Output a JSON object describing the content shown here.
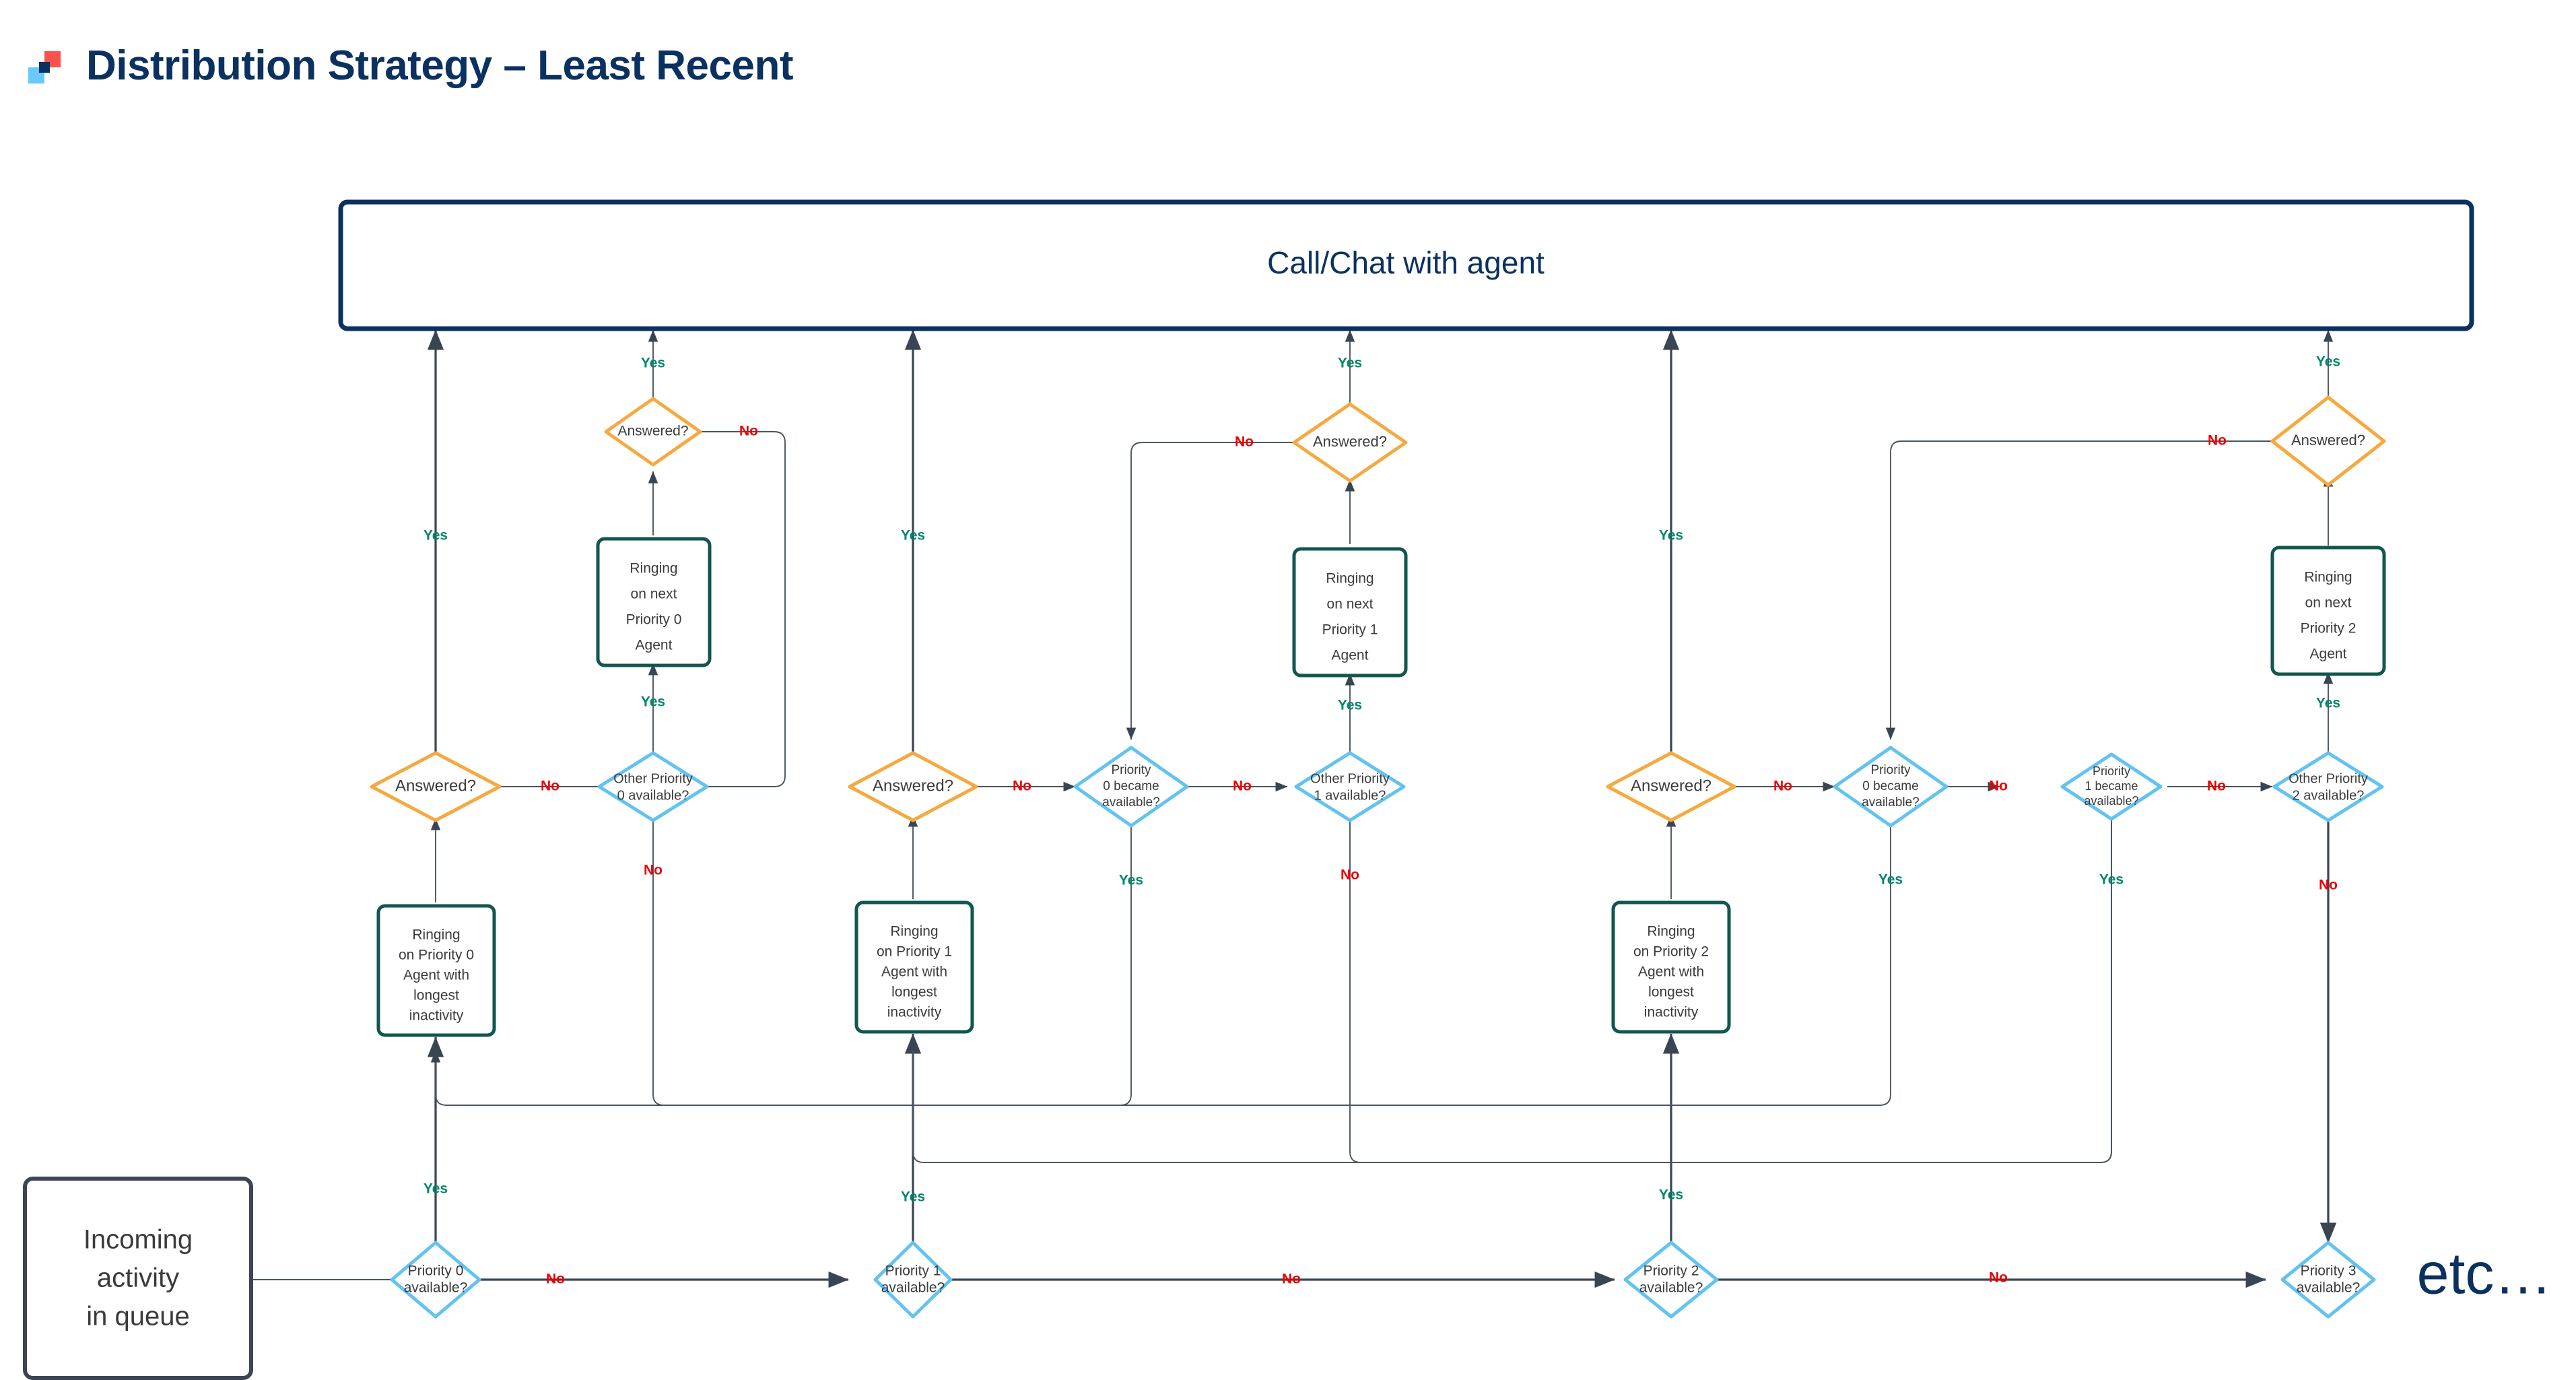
{
  "header": {
    "title": "Distribution Strategy – Least Recent",
    "logo_colors": {
      "red": "#f9534b",
      "light_blue": "#69c9f7",
      "navy": "#0b3161"
    }
  },
  "colors": {
    "navy": "#0b3161",
    "slate": "#3d4453",
    "teal": "#11564f",
    "orange": "#f5a93f",
    "sky": "#62c3f2",
    "yes_green": "#00866b",
    "no_red": "#ee0000",
    "edge": "#3a4553",
    "node_text": "#3b3b3b"
  },
  "chart_data": {
    "type": "diagram",
    "title": "Distribution Strategy – Least Recent",
    "nodes": [
      {
        "id": "call_chat",
        "label": "Call/Chat with agent",
        "shape": "rounded-rect",
        "color": "#0b3161"
      },
      {
        "id": "incoming",
        "label": "Incoming\nactivity\nin queue",
        "shape": "rounded-rect",
        "color": "#3d4453"
      },
      {
        "id": "p0_avail",
        "label": "Priority 0\navailable?",
        "shape": "diamond",
        "color": "#62c3f2"
      },
      {
        "id": "p0_ring",
        "label": "Ringing\non Priority 0\nAgent with\nlongest\ninactivity",
        "shape": "rounded-rect",
        "color": "#11564f"
      },
      {
        "id": "p0_ans",
        "label": "Answered?",
        "shape": "diamond",
        "color": "#f5a93f"
      },
      {
        "id": "p0_other",
        "label": "Other Priority\n0 available?",
        "shape": "diamond",
        "color": "#62c3f2"
      },
      {
        "id": "p0_next_ring",
        "label": "Ringing\non next\nPriority 0\nAgent",
        "shape": "rounded-rect",
        "color": "#11564f"
      },
      {
        "id": "p0_next_ans",
        "label": "Answered?",
        "shape": "diamond",
        "color": "#f5a93f"
      },
      {
        "id": "p1_avail",
        "label": "Priority 1\navailable?",
        "shape": "diamond",
        "color": "#62c3f2"
      },
      {
        "id": "p1_ring",
        "label": "Ringing\non Priority 1\nAgent with\nlongest\ninactivity",
        "shape": "rounded-rect",
        "color": "#11564f"
      },
      {
        "id": "p1_ans",
        "label": "Answered?",
        "shape": "diamond",
        "color": "#f5a93f"
      },
      {
        "id": "p1_p0_became",
        "label": "Priority\n0 became\navailable?",
        "shape": "diamond",
        "color": "#62c3f2"
      },
      {
        "id": "p1_other",
        "label": "Other Priority\n1 available?",
        "shape": "diamond",
        "color": "#62c3f2"
      },
      {
        "id": "p1_next_ring",
        "label": "Ringing\non next\nPriority 1\nAgent",
        "shape": "rounded-rect",
        "color": "#11564f"
      },
      {
        "id": "p1_next_ans",
        "label": "Answered?",
        "shape": "diamond",
        "color": "#f5a93f"
      },
      {
        "id": "p2_avail",
        "label": "Priority 2\navailable?",
        "shape": "diamond",
        "color": "#62c3f2"
      },
      {
        "id": "p2_ring",
        "label": "Ringing\non Priority 2\nAgent with\nlongest\ninactivity",
        "shape": "rounded-rect",
        "color": "#11564f"
      },
      {
        "id": "p2_ans",
        "label": "Answered?",
        "shape": "diamond",
        "color": "#f5a93f"
      },
      {
        "id": "p2_p0_became",
        "label": "Priority\n0 became\navailable?",
        "shape": "diamond",
        "color": "#62c3f2"
      },
      {
        "id": "p2_p1_became",
        "label": "Priority\n1 became\navailable?",
        "shape": "diamond",
        "color": "#62c3f2"
      },
      {
        "id": "p2_other",
        "label": "Other Priority\n2 available?",
        "shape": "diamond",
        "color": "#62c3f2"
      },
      {
        "id": "p2_next_ring",
        "label": "Ringing\non next\nPriority 2\nAgent",
        "shape": "rounded-rect",
        "color": "#11564f"
      },
      {
        "id": "p2_next_ans",
        "label": "Answered?",
        "shape": "diamond",
        "color": "#f5a93f"
      },
      {
        "id": "p3_avail",
        "label": "Priority 3\navailable?",
        "shape": "diamond",
        "color": "#62c3f2"
      },
      {
        "id": "etc",
        "label": "etc…",
        "shape": "text",
        "color": "#0b3161"
      }
    ],
    "edge_labels": {
      "yes": "Yes",
      "no": "No"
    },
    "edges": [
      {
        "from": "incoming",
        "to": "p0_avail",
        "label": ""
      },
      {
        "from": "p0_avail",
        "to": "p0_ring",
        "label": "Yes"
      },
      {
        "from": "p0_avail",
        "to": "p1_avail",
        "label": "No"
      },
      {
        "from": "p0_ring",
        "to": "p0_ans",
        "label": ""
      },
      {
        "from": "p0_ans",
        "to": "call_chat",
        "label": "Yes"
      },
      {
        "from": "p0_ans",
        "to": "p0_other",
        "label": "No"
      },
      {
        "from": "p0_other",
        "to": "p0_next_ring",
        "label": "Yes"
      },
      {
        "from": "p0_other",
        "to": "p1_ring",
        "label": "No"
      },
      {
        "from": "p0_next_ring",
        "to": "p0_next_ans",
        "label": ""
      },
      {
        "from": "p0_next_ans",
        "to": "call_chat",
        "label": "Yes"
      },
      {
        "from": "p0_next_ans",
        "to": "p0_other",
        "label": "No"
      },
      {
        "from": "p1_avail",
        "to": "p1_ring",
        "label": "Yes"
      },
      {
        "from": "p1_avail",
        "to": "p2_avail",
        "label": "No"
      },
      {
        "from": "p1_ring",
        "to": "p1_ans",
        "label": ""
      },
      {
        "from": "p1_ans",
        "to": "call_chat",
        "label": "Yes"
      },
      {
        "from": "p1_ans",
        "to": "p1_p0_became",
        "label": "No"
      },
      {
        "from": "p1_p0_became",
        "to": "p0_ring",
        "label": "Yes"
      },
      {
        "from": "p1_p0_became",
        "to": "p1_other",
        "label": "No"
      },
      {
        "from": "p1_other",
        "to": "p1_next_ring",
        "label": "Yes"
      },
      {
        "from": "p1_other",
        "to": "p2_ring",
        "label": "No"
      },
      {
        "from": "p1_next_ring",
        "to": "p1_next_ans",
        "label": ""
      },
      {
        "from": "p1_next_ans",
        "to": "call_chat",
        "label": "Yes"
      },
      {
        "from": "p1_next_ans",
        "to": "p1_p0_became",
        "label": "No"
      },
      {
        "from": "p2_avail",
        "to": "p2_ring",
        "label": "Yes"
      },
      {
        "from": "p2_avail",
        "to": "p3_avail",
        "label": "No"
      },
      {
        "from": "p2_ring",
        "to": "p2_ans",
        "label": ""
      },
      {
        "from": "p2_ans",
        "to": "call_chat",
        "label": "Yes"
      },
      {
        "from": "p2_ans",
        "to": "p2_p0_became",
        "label": "No"
      },
      {
        "from": "p2_p0_became",
        "to": "p0_ring",
        "label": "Yes"
      },
      {
        "from": "p2_p0_became",
        "to": "p2_p1_became",
        "label": "No"
      },
      {
        "from": "p2_p1_became",
        "to": "p1_ring",
        "label": "Yes"
      },
      {
        "from": "p2_p1_became",
        "to": "p2_other",
        "label": "No"
      },
      {
        "from": "p2_other",
        "to": "p2_next_ring",
        "label": "Yes"
      },
      {
        "from": "p2_other",
        "to": "p3_avail",
        "label": "No"
      },
      {
        "from": "p2_next_ring",
        "to": "p2_next_ans",
        "label": ""
      },
      {
        "from": "p2_next_ans",
        "to": "call_chat",
        "label": "Yes"
      },
      {
        "from": "p2_next_ans",
        "to": "p2_p0_became",
        "label": "No"
      }
    ]
  },
  "nodes": {
    "call_chat": "Call/Chat with agent",
    "incoming_l1": "Incoming",
    "incoming_l2": "activity",
    "incoming_l3": "in queue",
    "etc": "etc…",
    "p0_avail_l1": "Priority 0",
    "p0_avail_l2": "available?",
    "p0_ring_l1": "Ringing",
    "p0_ring_l2": "on Priority 0",
    "p0_ring_l3": "Agent with",
    "p0_ring_l4": "longest",
    "p0_ring_l5": "inactivity",
    "p0_ans": "Answered?",
    "p0_other_l1": "Other Priority",
    "p0_other_l2": "0 available?",
    "p0_next_ring_l1": "Ringing",
    "p0_next_ring_l2": "on next",
    "p0_next_ring_l3": "Priority 0",
    "p0_next_ring_l4": "Agent",
    "p0_next_ans": "Answered?",
    "p1_avail_l1": "Priority 1",
    "p1_avail_l2": "available?",
    "p1_ring_l1": "Ringing",
    "p1_ring_l2": "on Priority 1",
    "p1_ring_l3": "Agent with",
    "p1_ring_l4": "longest",
    "p1_ring_l5": "inactivity",
    "p1_ans": "Answered?",
    "p1_p0_became_l1": "Priority",
    "p1_p0_became_l2": "0 became",
    "p1_p0_became_l3": "available?",
    "p1_other_l1": "Other Priority",
    "p1_other_l2": "1 available?",
    "p1_next_ring_l1": "Ringing",
    "p1_next_ring_l2": "on next",
    "p1_next_ring_l3": "Priority 1",
    "p1_next_ring_l4": "Agent",
    "p1_next_ans": "Answered?",
    "p2_avail_l1": "Priority 2",
    "p2_avail_l2": "available?",
    "p2_ring_l1": "Ringing",
    "p2_ring_l2": "on Priority 2",
    "p2_ring_l3": "Agent with",
    "p2_ring_l4": "longest",
    "p2_ring_l5": "inactivity",
    "p2_ans": "Answered?",
    "p2_p0_became_l1": "Priority",
    "p2_p0_became_l2": "0 became",
    "p2_p0_became_l3": "available?",
    "p2_p1_became_l1": "Priority",
    "p2_p1_became_l2": "1 became",
    "p2_p1_became_l3": "available?",
    "p2_other_l1": "Other Priority",
    "p2_other_l2": "2 available?",
    "p2_next_ring_l1": "Ringing",
    "p2_next_ring_l2": "on next",
    "p2_next_ring_l3": "Priority 2",
    "p2_next_ring_l4": "Agent",
    "p2_next_ans": "Answered?",
    "p3_avail_l1": "Priority 3",
    "p3_avail_l2": "available?"
  },
  "labels": {
    "yes": "Yes",
    "no": "No",
    "y1": "Yes",
    "y2": "Yes",
    "y3": "Yes",
    "y4": "Yes",
    "y5": "Yes",
    "y6": "Yes",
    "y7": "Yes",
    "y8": "Yes",
    "y9": "Yes",
    "y10": "Yes",
    "y11": "Yes",
    "y12": "Yes",
    "y13": "Yes",
    "y14": "Yes",
    "y15": "Yes",
    "y16": "Yes",
    "n1": "No",
    "n2": "No",
    "n3": "No",
    "n4": "No",
    "n5": "No",
    "n6": "No",
    "n7": "No",
    "n8": "No",
    "n9": "No",
    "n10": "No",
    "n11": "No",
    "n12": "No",
    "n13": "No",
    "n14": "No",
    "n15": "No"
  }
}
